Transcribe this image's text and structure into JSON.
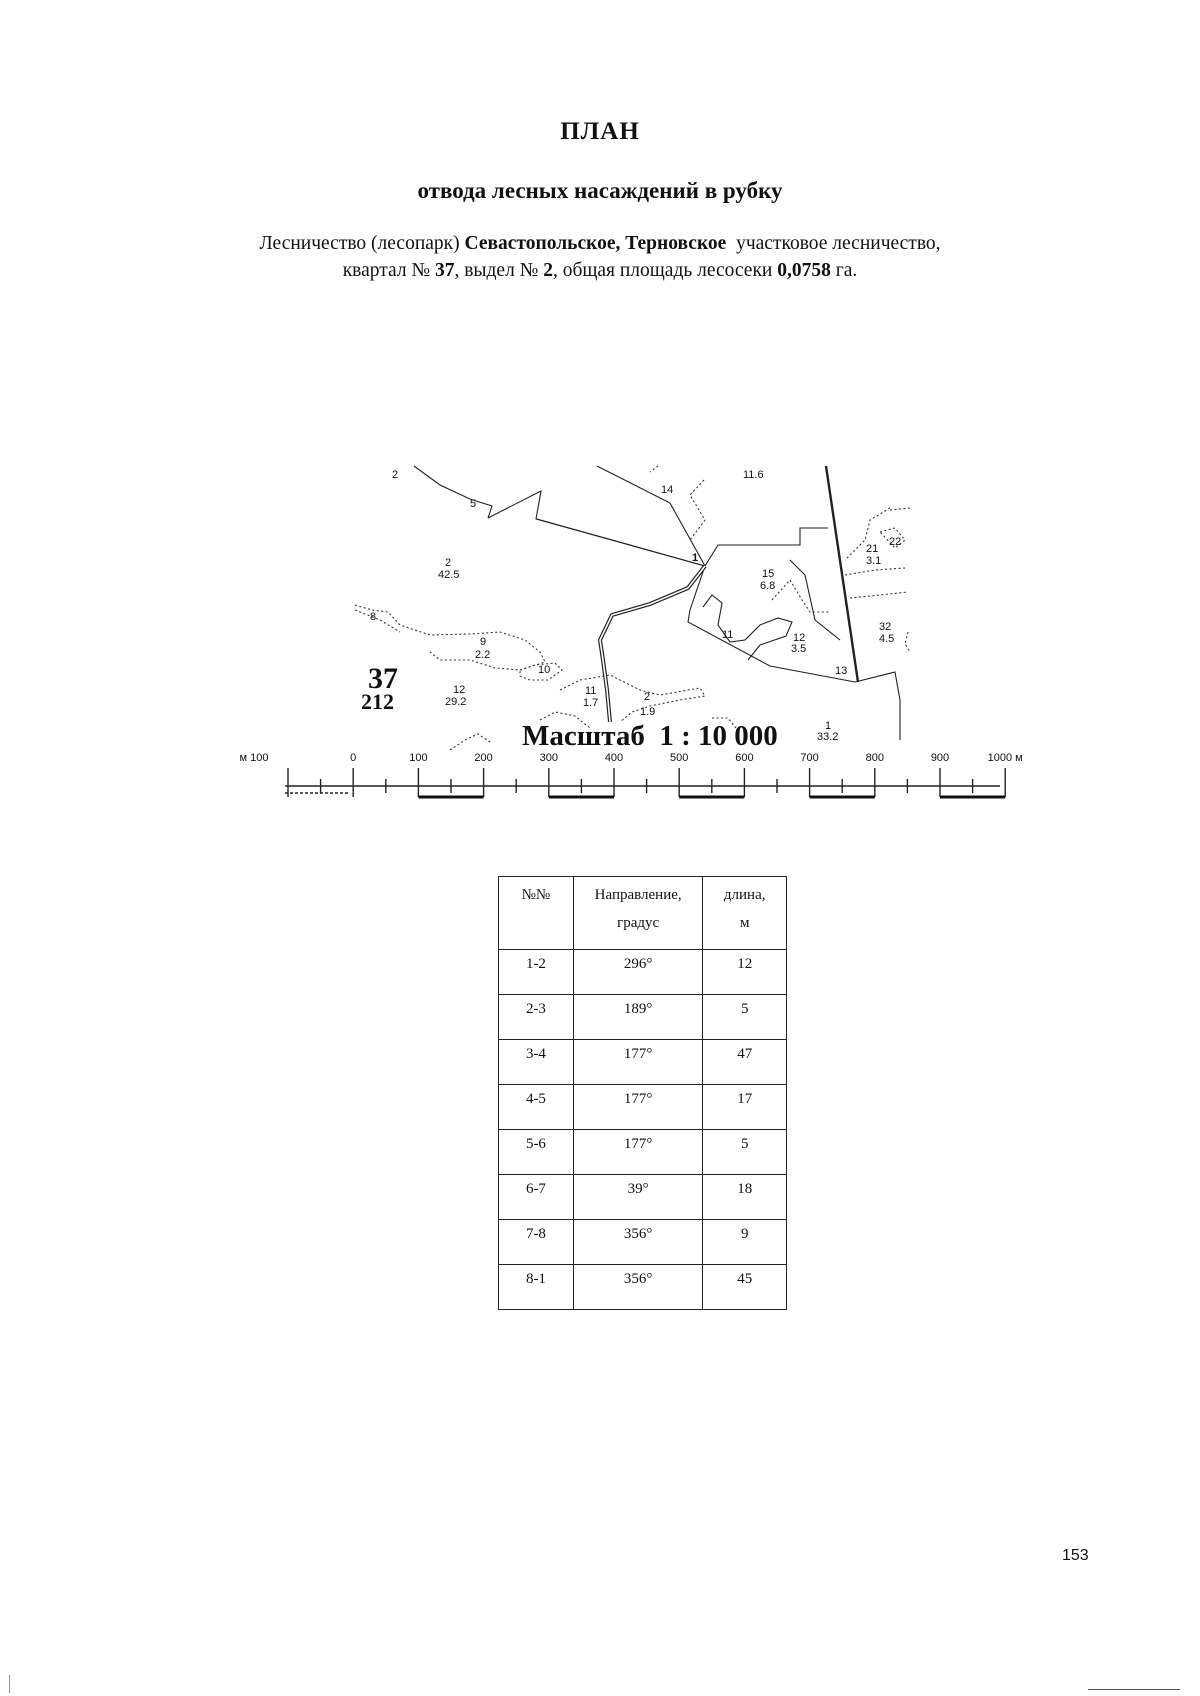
{
  "header": {
    "title": "ПЛАН",
    "subtitle": "отвода лесных насаждений в рубку"
  },
  "info": {
    "forestry_prefix": "Лесничество (лесопарк) ",
    "forestry_name": "Севастопольское, Терновское",
    "forestry_suffix": "  участковое лесничество,",
    "quarter_prefix": "квартал № ",
    "quarter": "37",
    "allotment_prefix": ", выдел № ",
    "allotment": "2",
    "area_prefix": ", общая площадь лесосеки ",
    "area": "0,0758",
    "area_unit": " га."
  },
  "map": {
    "scale_label": "Масштаб  1 : 10 000",
    "quarter_number": "37",
    "quarter_area": "212",
    "labels": [
      {
        "id": "lbl-2-top",
        "text": "2"
      },
      {
        "id": "lbl-5",
        "text": "5"
      },
      {
        "id": "lbl-2-num",
        "text": "2"
      },
      {
        "id": "lbl-2-area",
        "text": "42.5"
      },
      {
        "id": "lbl-8",
        "text": "8"
      },
      {
        "id": "lbl-9-num",
        "text": "9"
      },
      {
        "id": "lbl-9-area",
        "text": "2.2"
      },
      {
        "id": "lbl-10",
        "text": "10"
      },
      {
        "id": "lbl-12-num",
        "text": "12"
      },
      {
        "id": "lbl-12-area",
        "text": "29.2"
      },
      {
        "id": "lbl-11-num",
        "text": "11"
      },
      {
        "id": "lbl-11-area",
        "text": "1.7"
      },
      {
        "id": "lbl-2b-num",
        "text": "2"
      },
      {
        "id": "lbl-2b-area",
        "text": "1.9"
      },
      {
        "id": "lbl-14",
        "text": "14"
      },
      {
        "id": "lbl-11-6",
        "text": "11.6"
      },
      {
        "id": "lbl-15-num",
        "text": "15"
      },
      {
        "id": "lbl-15-area",
        "text": "6.8"
      },
      {
        "id": "lbl-11b",
        "text": "11"
      },
      {
        "id": "lbl-12b-num",
        "text": "12"
      },
      {
        "id": "lbl-12b-area",
        "text": "3.5"
      },
      {
        "id": "lbl-13",
        "text": "13"
      },
      {
        "id": "lbl-1-num",
        "text": "1"
      },
      {
        "id": "lbl-1-area",
        "text": "33.2"
      },
      {
        "id": "lbl-21-num",
        "text": "21"
      },
      {
        "id": "lbl-21-area",
        "text": "3.1"
      },
      {
        "id": "lbl-22",
        "text": "22"
      },
      {
        "id": "lbl-32-num",
        "text": "32"
      },
      {
        "id": "lbl-32-area",
        "text": "4.5"
      },
      {
        "id": "lbl-pt1",
        "text": "1"
      }
    ],
    "scale_bar": {
      "ticks": [
        "м 100",
        "0",
        "100",
        "200",
        "300",
        "400",
        "500",
        "600",
        "700",
        "800",
        "900",
        "1000 м"
      ]
    }
  },
  "table": {
    "headers": {
      "num": "№№",
      "direction_line1": "Направление,",
      "direction_line2": "градус",
      "length_line1": "длина,",
      "length_line2": "м"
    },
    "rows": [
      {
        "seg": "1-2",
        "dir": "296°",
        "len": "12"
      },
      {
        "seg": "2-3",
        "dir": "189°",
        "len": "5"
      },
      {
        "seg": "3-4",
        "dir": "177°",
        "len": "47"
      },
      {
        "seg": "4-5",
        "dir": "177°",
        "len": "17"
      },
      {
        "seg": "5-6",
        "dir": "177°",
        "len": "5"
      },
      {
        "seg": "6-7",
        "dir": "39°",
        "len": "18"
      },
      {
        "seg": "7-8",
        "dir": "356°",
        "len": "9"
      },
      {
        "seg": "8-1",
        "dir": "356°",
        "len": "45"
      }
    ]
  },
  "page_number": "153"
}
